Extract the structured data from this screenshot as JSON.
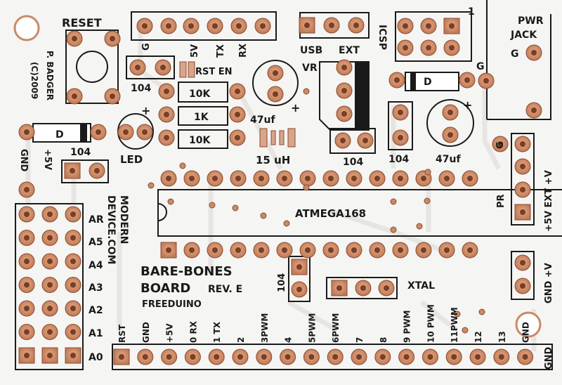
{
  "board": {
    "title_line1": "BARE-BONES",
    "title_line2": "BOARD",
    "revision": "REV. E",
    "subtitle": "FREEDUINO",
    "maker_line1": "MODERN",
    "maker_line2": "DEVICE.COM",
    "designer": "P. BADGER",
    "copyright": "(C)2009",
    "chip": "ATMEGA168"
  },
  "labels": {
    "reset": "RESET",
    "pwr_jack_1": "PWR",
    "pwr_jack_2": "JACK",
    "g": "G",
    "v5": "5V",
    "tx": "TX",
    "rx": "RX",
    "usb": "USB",
    "ext": "EXT",
    "icsp": "ICSP",
    "one": "1",
    "rst_en": "RST EN",
    "vr": "VR",
    "d": "D",
    "cap_104": "104",
    "res_10k": "10K",
    "res_1k": "1K",
    "uf47": "47uf",
    "uh15": "15 uH",
    "led": "LED",
    "gnd": "GND",
    "plus5v": "+5V",
    "pr": "PR",
    "plus5v_ext_v": "+5V EXT +V",
    "gnd_v": "GND +V",
    "xtal": "XTAL",
    "plus": "+"
  },
  "analog_pins": [
    "AR",
    "A5",
    "A4",
    "A3",
    "A2",
    "A1",
    "A0"
  ],
  "bottom_pins": [
    "RST",
    "GND",
    "+5V",
    "0 RX",
    "1 TX",
    "2",
    "3PWM",
    "4",
    "5PWM",
    "6PWM",
    "7",
    "8",
    "9 PWM",
    "10 PWM",
    "11PWM",
    "12",
    "13",
    "GND"
  ],
  "colors": {
    "board": "#f6f6f4",
    "silk": "#1a1a1a",
    "copper": "#c98a66",
    "copper_dark": "#8a4a32",
    "trace": "#ecebe8"
  }
}
